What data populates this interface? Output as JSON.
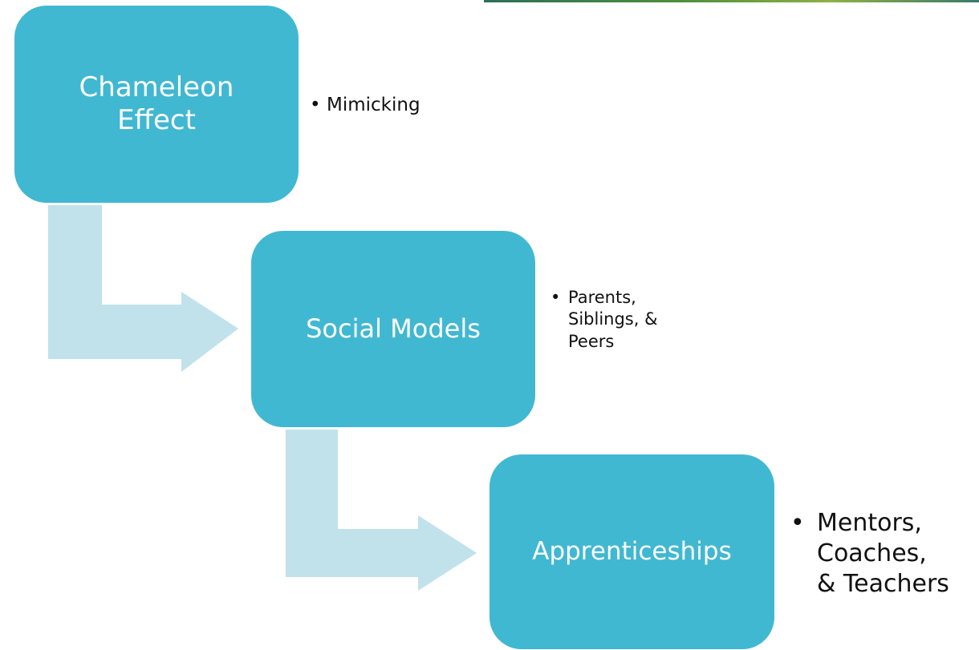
{
  "diagram": {
    "steps": [
      {
        "label": "Chameleon Effect",
        "bullet": "Mimicking"
      },
      {
        "label": "Social Models",
        "bullet": "Parents,\nSiblings, &\nPeers"
      },
      {
        "label": "Apprenticeships",
        "bullet": "Mentors,\nCoaches,\n& Teachers"
      }
    ],
    "bullet_glyph": "•",
    "colors": {
      "box": "#41b8d1",
      "arrow": "#c1e2ea",
      "box_text": "#ffffff",
      "bullet_text": "#111111"
    }
  }
}
